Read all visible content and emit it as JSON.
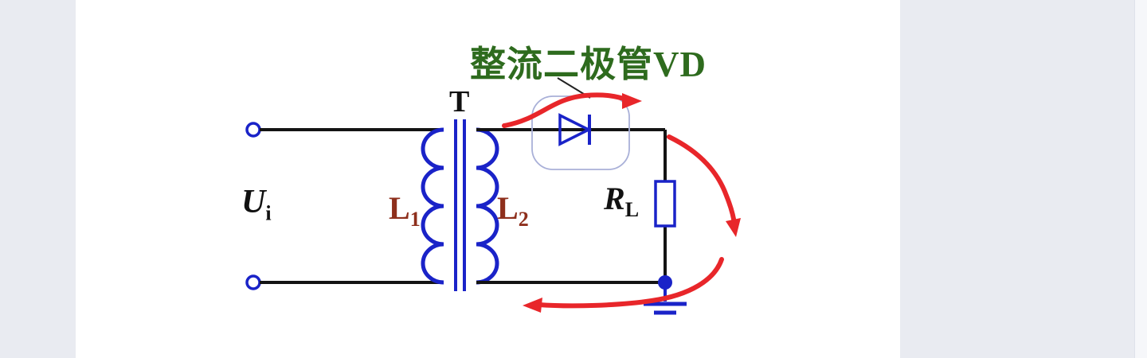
{
  "diagram": {
    "type": "circuit-schematic",
    "description": "Half-wave rectifier circuit with transformer, rectifier diode and load resistor; red arrows show current flow path"
  },
  "labels": {
    "annotation": "整流二极管VD",
    "transformer": "T",
    "input": {
      "base": "U",
      "sub": "i"
    },
    "primary": {
      "base": "L",
      "sub": "1"
    },
    "secondary": {
      "base": "L",
      "sub": "2"
    },
    "load": {
      "base": "R",
      "sub": "L"
    }
  },
  "colors": {
    "circuit_blue": "#1a23c8",
    "wire_black": "#141414",
    "coil_label_red": "#8e2f1c",
    "annotation_green": "#2e6b1e",
    "current_arrow_red": "#e8262a",
    "diode_box_outline": "#a9b0d8",
    "panel_white": "#ffffff",
    "page_background": "#e9ebf1"
  }
}
